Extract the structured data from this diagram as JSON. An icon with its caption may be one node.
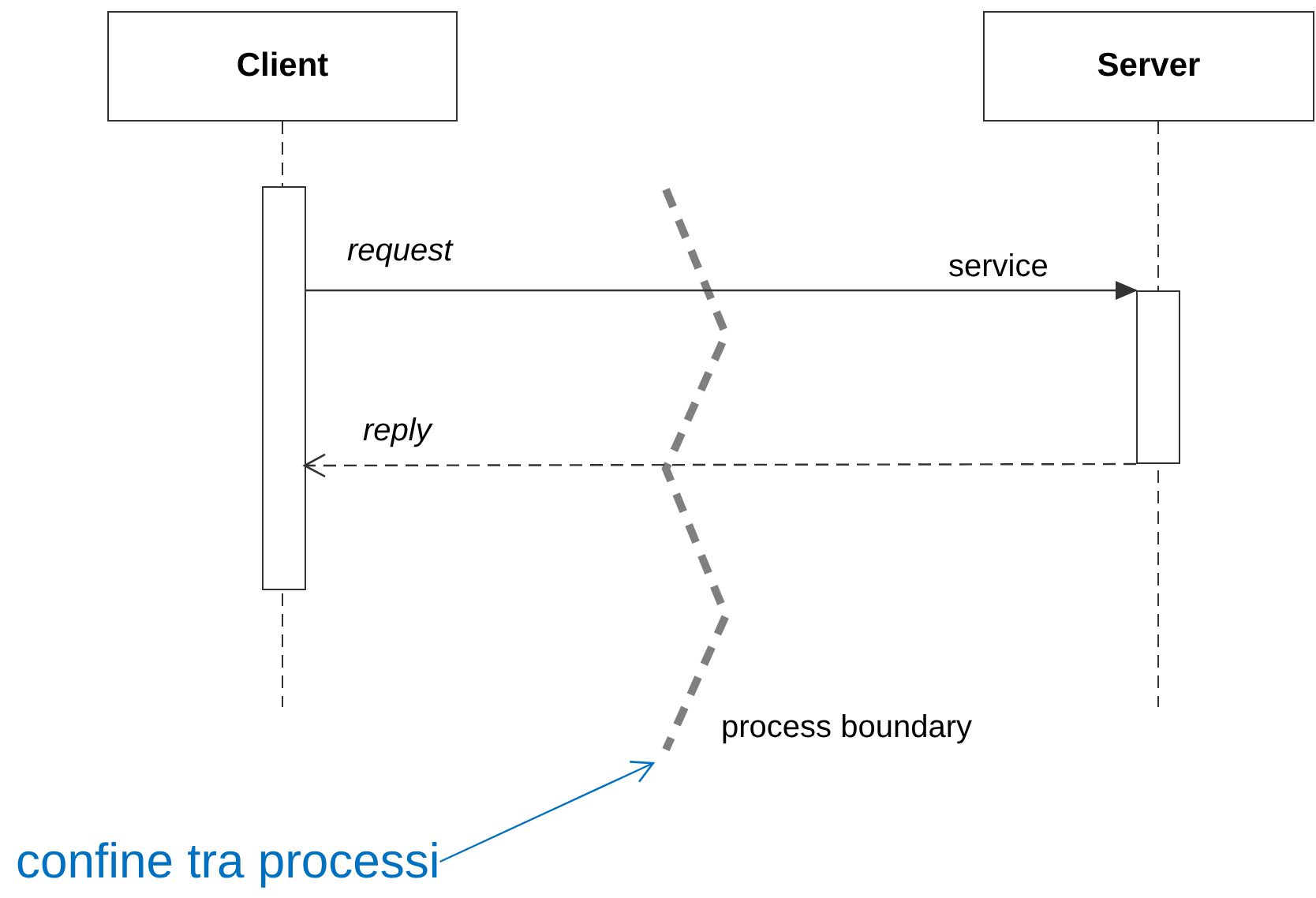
{
  "diagram": {
    "nodes": [
      {
        "text": [
          "Client"
        ]
      },
      {
        "text": [
          "Server"
        ]
      },
      {
        "text": [],
        "shape": "bar"
      },
      {
        "text": [],
        "shape": "bar"
      },
      {
        "text": [
          "confine tra processi"
        ]
      }
    ],
    "edges": [
      {
        "from": 2,
        "to": 3,
        "arrow": "to",
        "label": "request"
      },
      {
        "from": 3,
        "to": 2,
        "arrow": "to",
        "label": "reply",
        "style": "dashed"
      },
      {
        "from": 4,
        "to": null,
        "arrow": "to",
        "color": "#0070c0"
      }
    ],
    "labels": [
      "service",
      "process boundary"
    ]
  }
}
